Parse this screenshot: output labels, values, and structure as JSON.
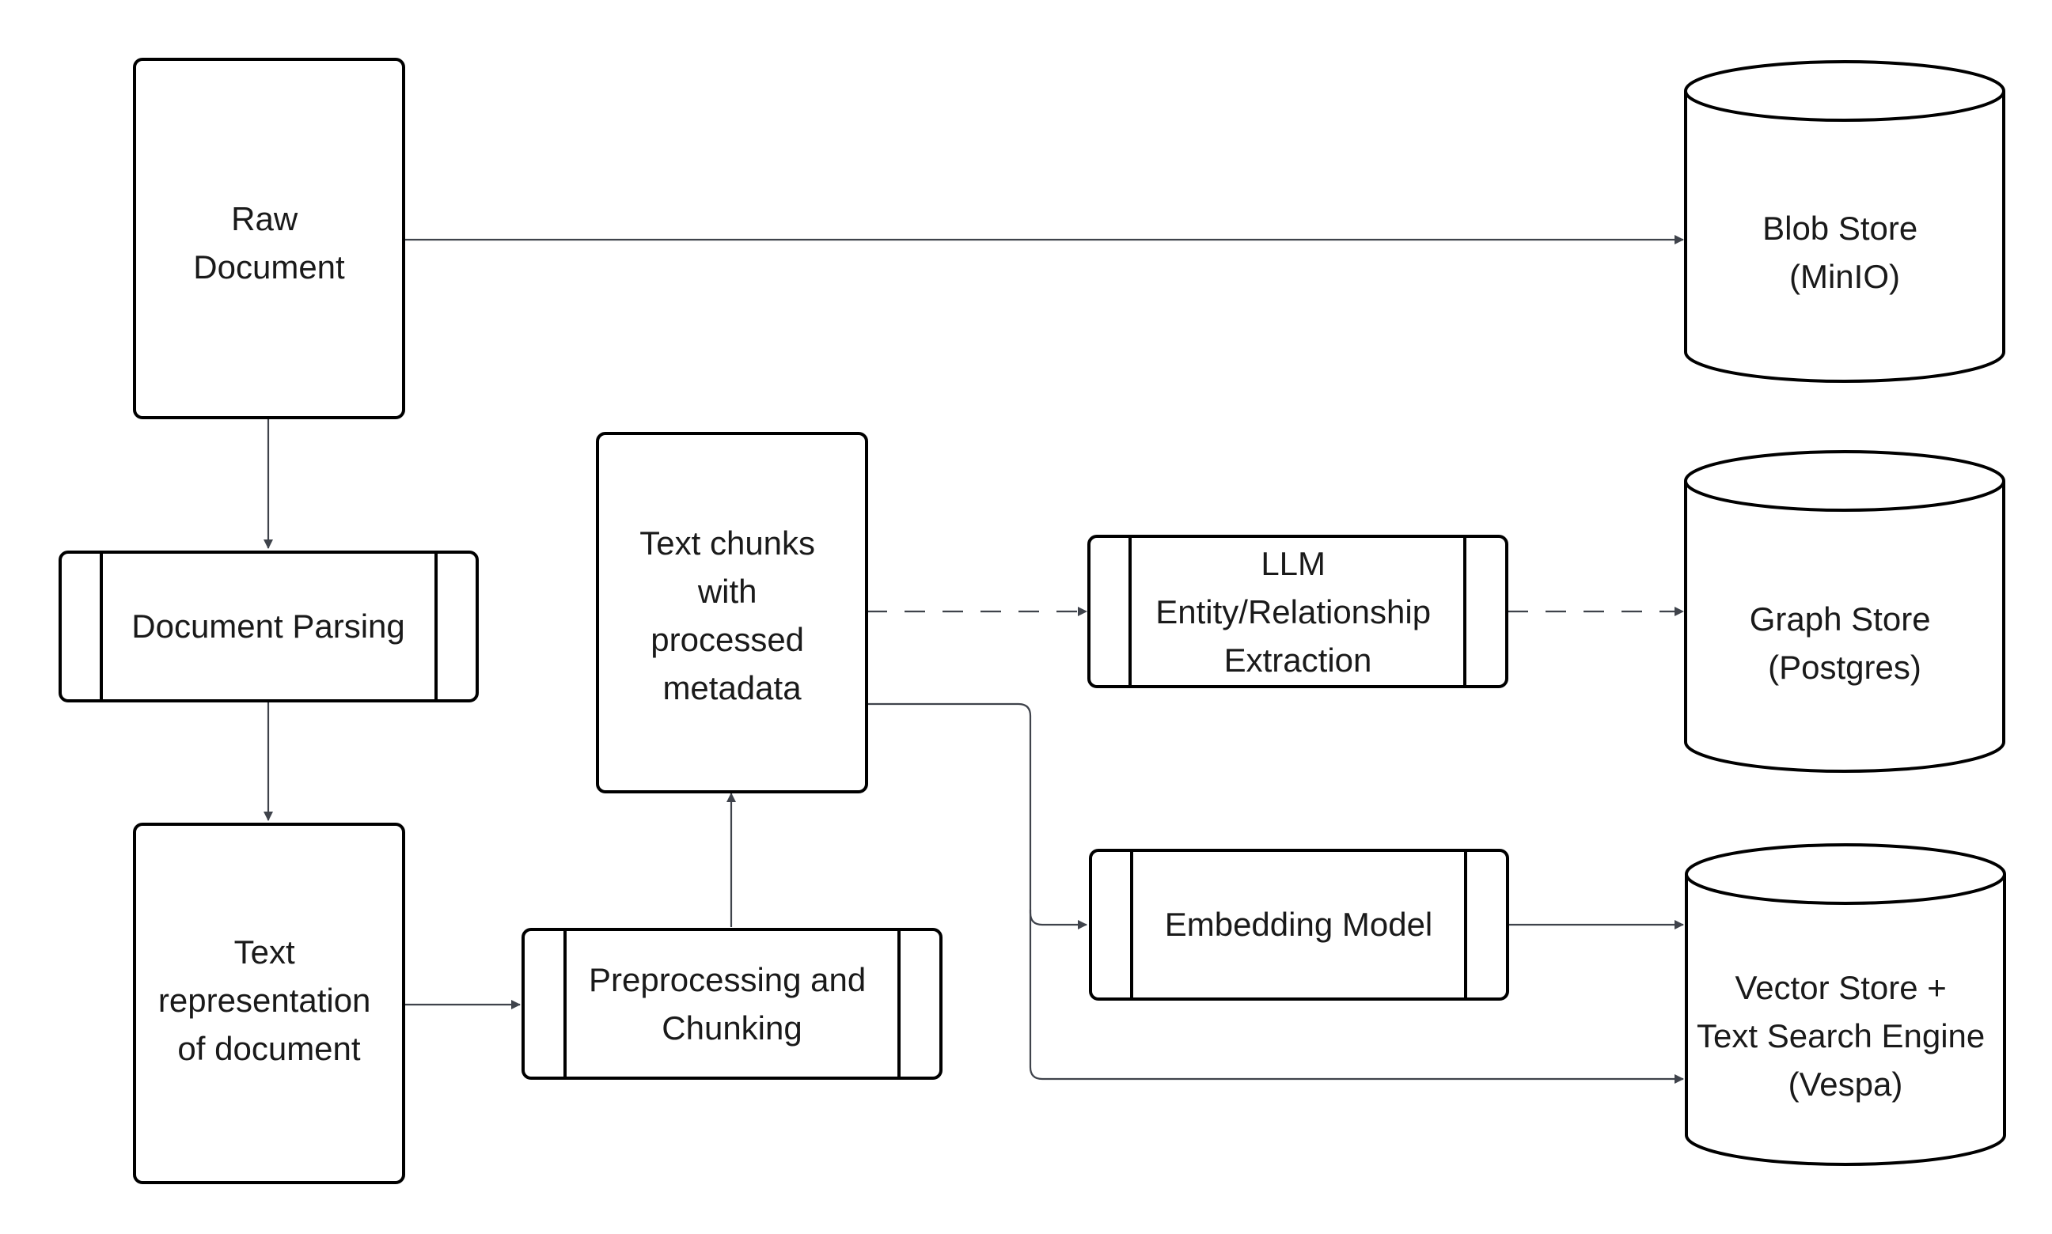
{
  "diagram": {
    "colors": {
      "stroke": "#000000",
      "arrow": "#3f434b",
      "fill": "#ffffff",
      "text": "#1a1a1a"
    },
    "nodes": {
      "raw_document": {
        "lines": [
          "Raw",
          "Document"
        ]
      },
      "document_parsing": {
        "lines": [
          "Document Parsing"
        ]
      },
      "text_representation": {
        "lines": [
          "Text",
          "representation",
          "of document"
        ]
      },
      "preprocessing": {
        "lines": [
          "Preprocessing and",
          "Chunking"
        ]
      },
      "text_chunks": {
        "lines": [
          "Text chunks",
          "with",
          "processed",
          "metadata"
        ]
      },
      "llm_extraction": {
        "lines": [
          "LLM",
          "Entity/Relationship",
          "Extraction"
        ]
      },
      "embedding_model": {
        "lines": [
          "Embedding Model"
        ]
      },
      "blob_store": {
        "lines": [
          "Blob Store",
          "(MinIO)"
        ]
      },
      "graph_store": {
        "lines": [
          "Graph Store",
          "(Postgres)"
        ]
      },
      "vector_store": {
        "lines": [
          "Vector Store +",
          "Text Search Engine",
          "(Vespa)"
        ]
      }
    }
  }
}
